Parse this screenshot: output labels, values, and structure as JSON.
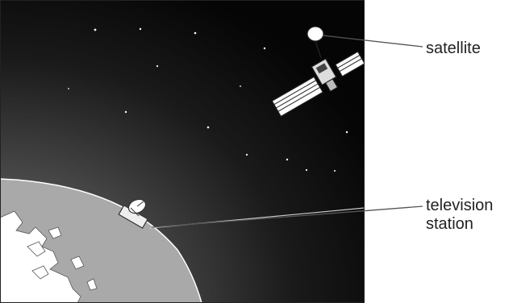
{
  "labels": {
    "satellite": "satellite",
    "station_line1": "television",
    "station_line2": "station"
  },
  "colors": {
    "space": "#0a0a0a",
    "earth": "#a9a9a9",
    "land": "#ffffff",
    "pointer_line": "#555555"
  },
  "icons": {
    "satellite": "satellite-icon",
    "dish": "satellite-dish-icon"
  }
}
